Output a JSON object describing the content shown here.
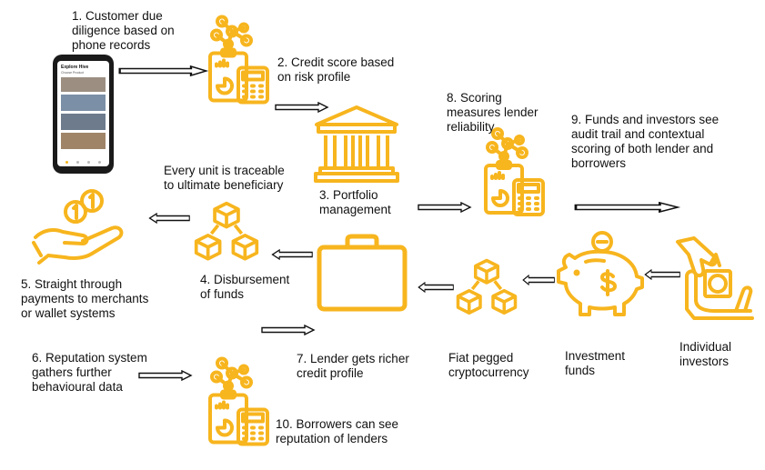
{
  "accent_color": "#F7B51E",
  "phone": {
    "header": "Explore Hive",
    "subheader": "Choose Product"
  },
  "labels": {
    "step1": "1. Customer due\ndiligence based on\nphone records",
    "step2": "2. Credit score based\non risk profile",
    "step3": "3. Portfolio\nmanagement",
    "step4": "4. Disbursement\nof funds",
    "step5": "5. Straight through\npayments to merchants\nor wallet systems",
    "step6": "6. Reputation system\ngathers further\nbehavioural data",
    "step7": "7. Lender gets richer\ncredit profile",
    "step8": "8. Scoring\nmeasures lender\nreliability",
    "step9": "9. Funds and investors see\naudit trail and contextual\nscoring of both lender and\nborrowers",
    "step10": "10. Borrowers can see\nreputation of lenders",
    "traceable": "Every unit is traceable\nto ultimate beneficiary",
    "fiat": "Fiat pegged\ncryptocurrency",
    "investment_funds": "Investment\nfunds",
    "individual_investors": "Individual\ninvestors"
  },
  "icons": [
    "smartphone-icon",
    "credit-score-icon",
    "bank-icon",
    "blockchain-icon",
    "hand-coins-icon",
    "briefcase-icon",
    "piggy-bank-icon",
    "investor-hand-icon",
    "arrow-icon"
  ]
}
